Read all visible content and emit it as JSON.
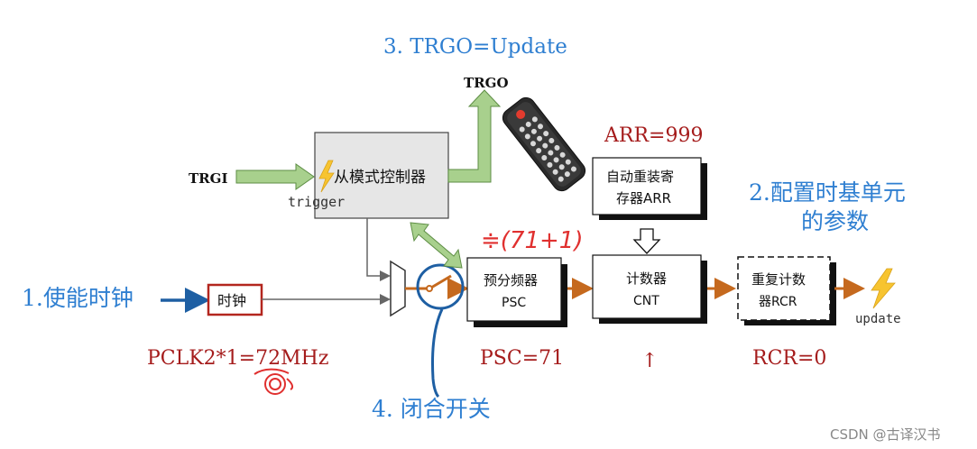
{
  "steps": {
    "enable_clock": "1.使能时钟",
    "configure_line1": "2.配置时基单元",
    "configure_line2": "的参数",
    "trgo_update": "3.  TRGO=Update",
    "close_switch": "4.  闭合开关"
  },
  "blocks": {
    "clock": "时钟",
    "slave_controller": "从模式控制器",
    "prescaler_line1": "预分频器",
    "prescaler_line2": "PSC",
    "auto_reload_line1": "自动重装寄",
    "auto_reload_line2": "存器ARR",
    "counter_line1": "计数器",
    "counter_line2": "CNT",
    "repetition_line1": "重复计数",
    "repetition_line2": "器RCR"
  },
  "signals": {
    "trgi": "TRGI",
    "trgo": "TRGO",
    "trigger": "trigger",
    "update": "update"
  },
  "values": {
    "pclk": "PCLK2*1=72MHz",
    "arr": "ARR=999",
    "psc": "PSC=71",
    "rcr": "RCR=0",
    "psc_note": "≑(71+1)",
    "counter_arrow": "↑"
  },
  "watermark": "CSDN @古译汉书",
  "colors": {
    "step_blue": "#2F7FD1",
    "value_red": "#A51C1C",
    "annotation_red": "#E0302F",
    "ink_blue": "#1E5FA3",
    "flow_orange": "#C5691E",
    "arrow_green": "#A8D08D",
    "block_gray": "#E6E6E6",
    "clock_border": "#B3261E",
    "bolt_yellow": "#F7C430"
  }
}
